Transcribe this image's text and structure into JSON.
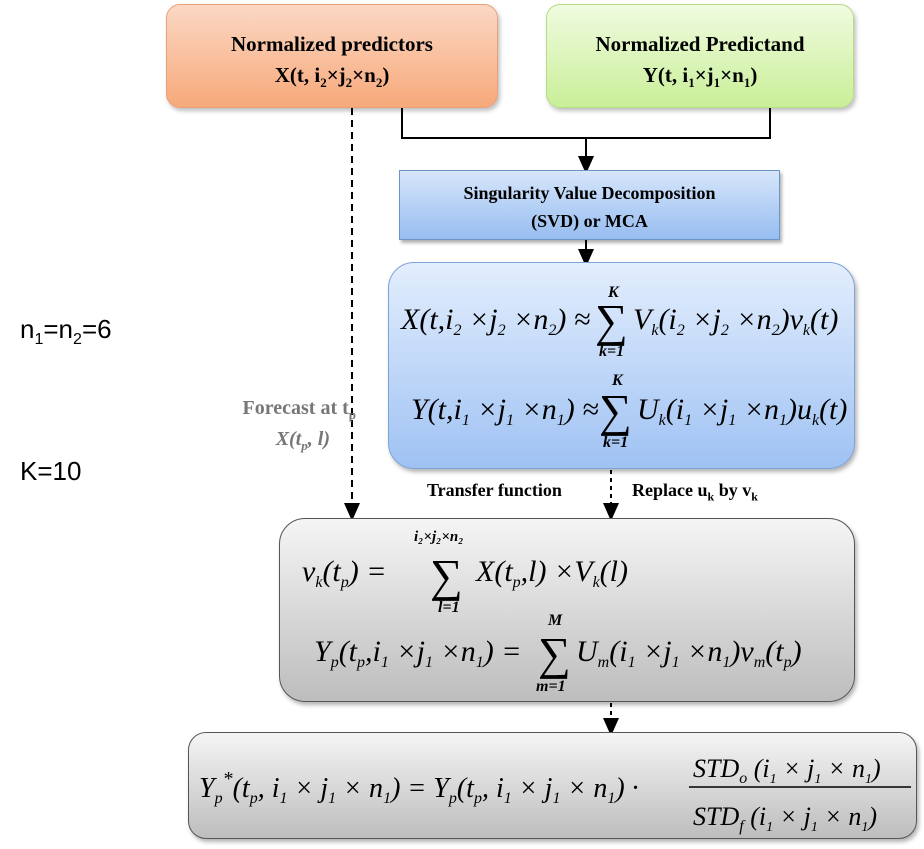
{
  "predictors": {
    "title": "Normalized predictors",
    "formula": "X(t, i2×j2×n2)"
  },
  "predictand": {
    "title": "Normalized Predictand",
    "formula": "Y(t, i1×j1×n1)"
  },
  "svd": {
    "line1": "Singularity Value Decomposition",
    "line2": "(SVD) or MCA"
  },
  "params": {
    "n": "n1=n2=6",
    "k": "K=10"
  },
  "forecast": {
    "line1": "Forecast at tp",
    "line2": "X(tp, l)"
  },
  "transfer_label": "Transfer function",
  "replace_label": "Replace uk by vk",
  "equations": {
    "x_decomp": "X(t, i2×j2×n2) ≈ Σ_{k=1}^{K} Vk(i2×j2×n2) vk(t)",
    "y_decomp": "Y(t, i1×j1×n1) ≈ Σ_{k=1}^{K} Uk(i1×j1×n1) uk(t)",
    "v_proj": "vk(tp) = Σ_{l=1}^{i2×j2×n2} X(tp, l) × Vk(l)",
    "y_recon": "Yp(tp, i1×j1×n1) = Σ_{m=1}^{M} Um(i1×j1×n1) vm(tp)",
    "y_scaled": "Yp*(tp, i1×j1×n1) = Yp(tp, i1×j1×n1) · STDo(i1×j1×n1) / STDf(i1×j1×n1)"
  }
}
